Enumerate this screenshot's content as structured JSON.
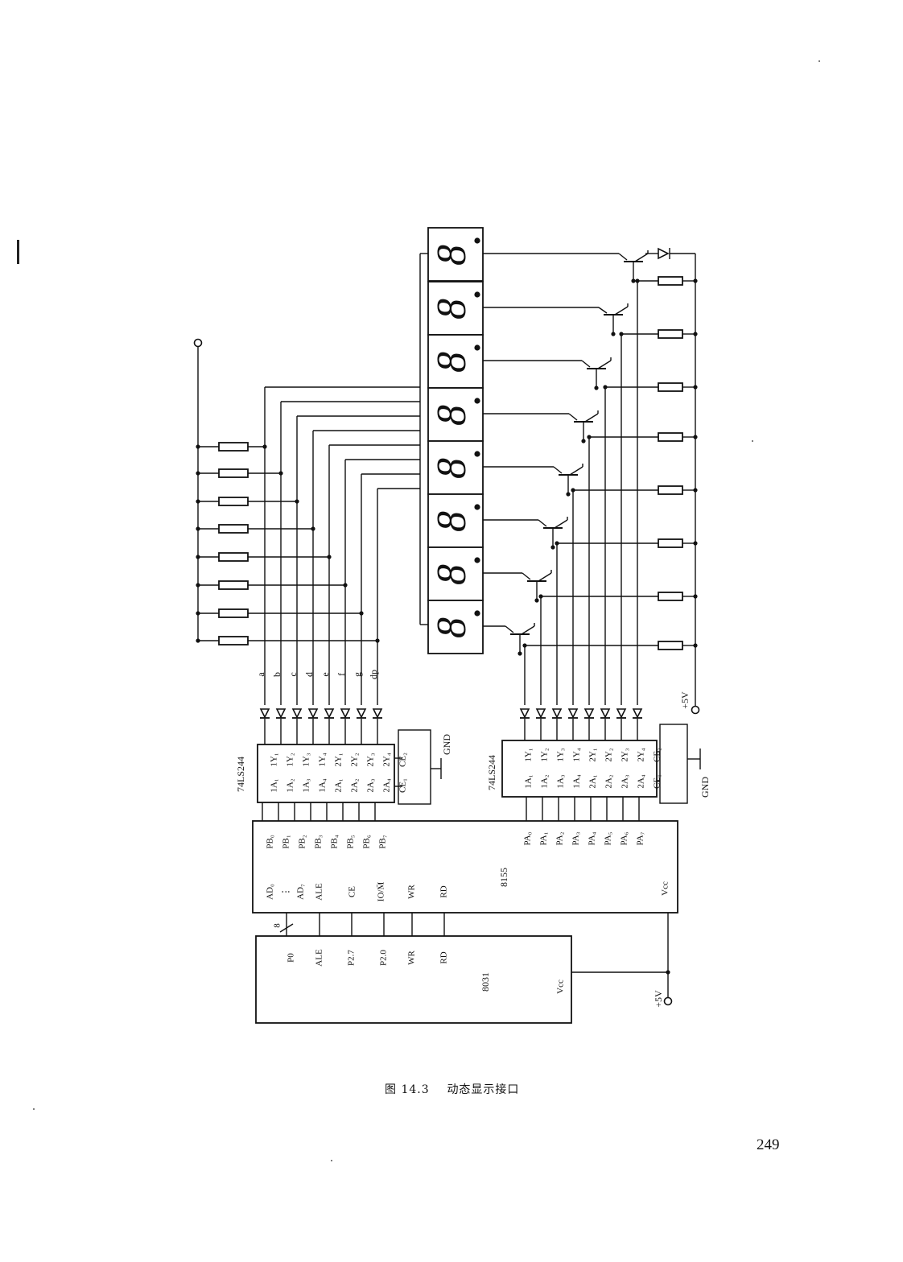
{
  "caption": {
    "figure": "图 14.3",
    "title": "动态显示接口"
  },
  "page_number": "249",
  "digits": {
    "count": 8,
    "glyph": "8."
  },
  "buffer_left": {
    "name": "74LS244",
    "in_pins": [
      "1A₁",
      "1A₂",
      "1A₃",
      "1A₄",
      "2A₁",
      "2A₂",
      "2A₃",
      "2A₄",
      "CE₁"
    ],
    "out_pins": [
      "1Y₁",
      "1Y₂",
      "1Y₃",
      "1Y₄",
      "2Y₁",
      "2Y₂",
      "2Y₃",
      "2Y₄",
      "CE₂"
    ],
    "gnd": "GND"
  },
  "buffer_right": {
    "name": "74LS244",
    "in_pins": [
      "1A₁",
      "1A₂",
      "1A₃",
      "1A₄",
      "2A₁",
      "2A₂",
      "2A₃",
      "2A₄",
      "CE₁"
    ],
    "out_pins": [
      "1Y₁",
      "1Y₂",
      "1Y₃",
      "1Y₄",
      "2Y₁",
      "2Y₂",
      "2Y₃",
      "2Y₄",
      "CE₂"
    ],
    "gnd": "GND"
  },
  "segments": [
    "a",
    "b",
    "c",
    "d",
    "e",
    "f",
    "g",
    "dp"
  ],
  "chip_8155": {
    "name": "8155",
    "pb_pins": [
      "PB₀",
      "PB₁",
      "PB₂",
      "PB₃",
      "PB₄",
      "PB₅",
      "PB₆",
      "PB₇"
    ],
    "pa_pins": [
      "PA₀",
      "PA₁",
      "PA₂",
      "PA₃",
      "PA₄",
      "PA₅",
      "PA₆",
      "PA₇"
    ],
    "bus_pins": [
      "AD₀",
      "⋮",
      "AD₇",
      "ALE",
      "CE",
      "IO/M̄",
      "WR",
      "RD"
    ],
    "vcc": "Vcc"
  },
  "chip_8031": {
    "name": "8031",
    "pins": [
      "P0",
      "ALE",
      "P2.7",
      "P2.0",
      "WR",
      "RD"
    ],
    "vcc": "Vcc"
  },
  "bus_width": "8",
  "supply": "+5V"
}
